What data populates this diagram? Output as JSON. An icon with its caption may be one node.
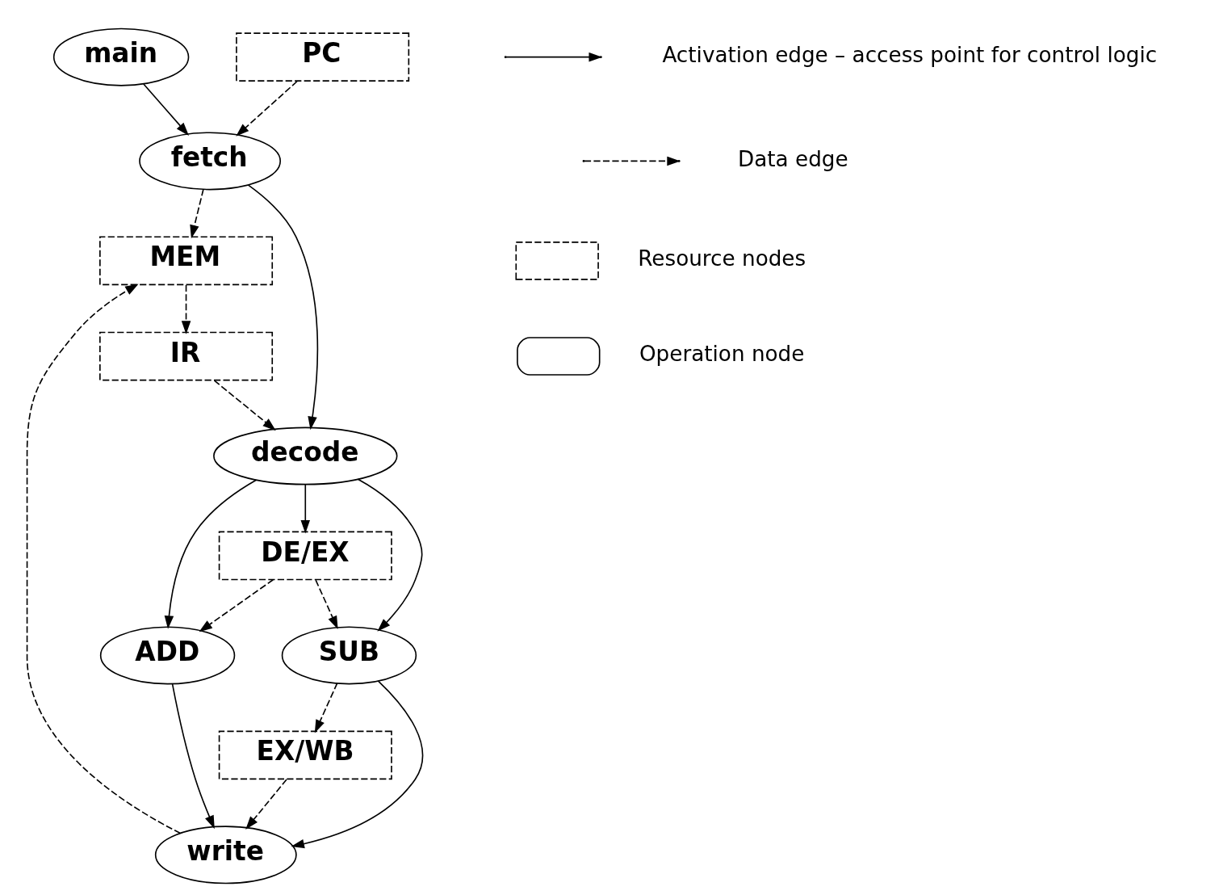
{
  "diagram": {
    "nodes": [
      {
        "text": [
          "main"
        ]
      },
      {
        "text": [
          "PC"
        ]
      },
      {
        "text": [
          "MEM"
        ]
      },
      {
        "text": [
          "fetch"
        ]
      },
      {
        "text": [
          "IR"
        ]
      },
      {
        "text": [
          "decode"
        ]
      },
      {
        "text": [
          "DE/EX"
        ]
      },
      {
        "text": [
          "ADD"
        ]
      },
      {
        "text": [
          "SUB"
        ]
      },
      {
        "text": [
          "EX/WB"
        ]
      },
      {
        "text": [
          "write"
        ]
      }
    ],
    "edges": [
      {
        "from": 0,
        "to": 3,
        "arrow": "to"
      },
      {
        "from": 1,
        "to": 3,
        "arrow": "to",
        "style": "dashed"
      },
      {
        "from": 3,
        "to": 2,
        "arrow": "to",
        "style": "dashed"
      },
      {
        "from": 2,
        "to": 4,
        "arrow": "to",
        "style": "dashed"
      },
      {
        "from": 3,
        "to": 5,
        "arrow": "to"
      },
      {
        "from": 4,
        "to": 5,
        "arrow": "to",
        "style": "dashed"
      },
      {
        "from": 5,
        "to": 6,
        "arrow": "to"
      },
      {
        "from": 5,
        "to": 7,
        "arrow": "to"
      },
      {
        "from": 5,
        "to": 8,
        "arrow": "to"
      },
      {
        "from": 6,
        "to": 7,
        "arrow": "to",
        "style": "dashed"
      },
      {
        "from": 6,
        "to": 8,
        "arrow": "to",
        "style": "dashed"
      },
      {
        "from": 8,
        "to": 9,
        "arrow": "to",
        "style": "dashed"
      },
      {
        "from": 7,
        "to": 10,
        "arrow": "to"
      },
      {
        "from": 8,
        "to": 10,
        "arrow": "to"
      },
      {
        "from": 9,
        "to": 10,
        "arrow": "to",
        "style": "dashed"
      },
      {
        "from": 10,
        "to": 2,
        "arrow": "to",
        "style": "dashed"
      }
    ],
    "legend": [
      {
        "text": "Activation edge – access point for control logic"
      },
      {
        "text": "Data edge"
      },
      {
        "text": "Resource nodes"
      },
      {
        "text": "Operation node"
      }
    ]
  }
}
